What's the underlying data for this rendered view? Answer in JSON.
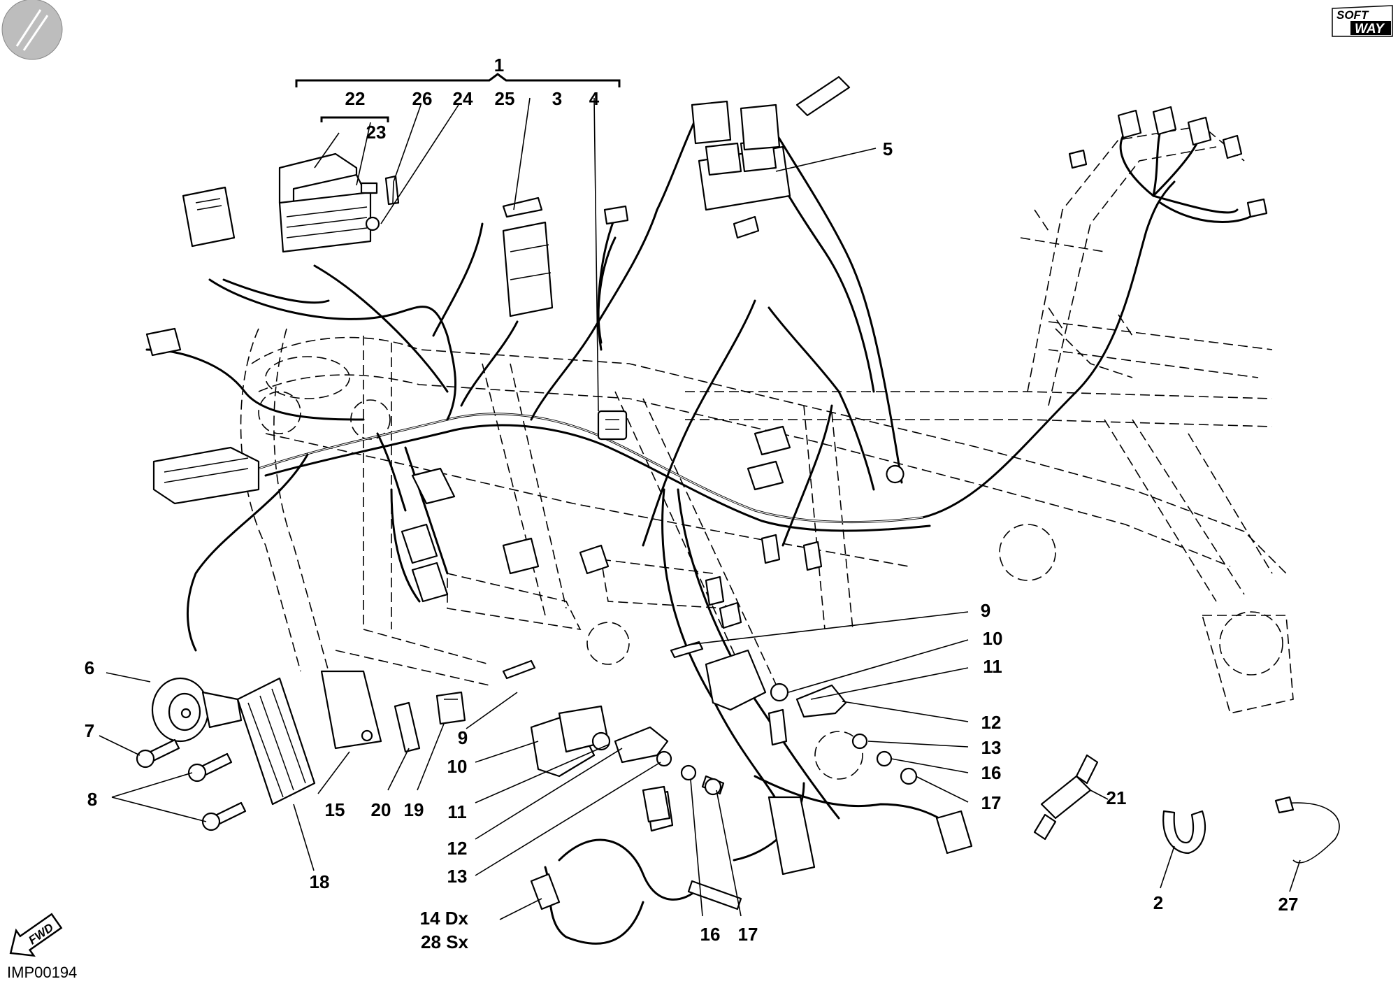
{
  "diagram_id": "IMP00194",
  "brand": {
    "line1": "SOFT",
    "line2": "WAY"
  },
  "direction_label": "FWD",
  "callouts": [
    {
      "id": "c1",
      "text": "1"
    },
    {
      "id": "c22",
      "text": "22"
    },
    {
      "id": "c23",
      "text": "23"
    },
    {
      "id": "c26",
      "text": "26"
    },
    {
      "id": "c24",
      "text": "24"
    },
    {
      "id": "c25",
      "text": "25"
    },
    {
      "id": "c3",
      "text": "3"
    },
    {
      "id": "c4",
      "text": "4"
    },
    {
      "id": "c5",
      "text": "5"
    },
    {
      "id": "c6",
      "text": "6"
    },
    {
      "id": "c7",
      "text": "7"
    },
    {
      "id": "c8",
      "text": "8"
    },
    {
      "id": "c9a",
      "text": "9"
    },
    {
      "id": "c10a",
      "text": "10"
    },
    {
      "id": "c11a",
      "text": "11"
    },
    {
      "id": "c12a",
      "text": "12"
    },
    {
      "id": "c13a",
      "text": "13"
    },
    {
      "id": "c16a",
      "text": "16"
    },
    {
      "id": "c17a",
      "text": "17"
    },
    {
      "id": "c9b",
      "text": "9"
    },
    {
      "id": "c10b",
      "text": "10"
    },
    {
      "id": "c11b",
      "text": "11"
    },
    {
      "id": "c12b",
      "text": "12"
    },
    {
      "id": "c13b",
      "text": "13"
    },
    {
      "id": "c16b",
      "text": "16"
    },
    {
      "id": "c17b",
      "text": "17"
    },
    {
      "id": "c14",
      "text": "14 Dx"
    },
    {
      "id": "c28",
      "text": "28 Sx"
    },
    {
      "id": "c15",
      "text": "15"
    },
    {
      "id": "c18",
      "text": "18"
    },
    {
      "id": "c19",
      "text": "19"
    },
    {
      "id": "c20",
      "text": "20"
    },
    {
      "id": "c21",
      "text": "21"
    },
    {
      "id": "c2",
      "text": "2"
    },
    {
      "id": "c27",
      "text": "27"
    }
  ]
}
